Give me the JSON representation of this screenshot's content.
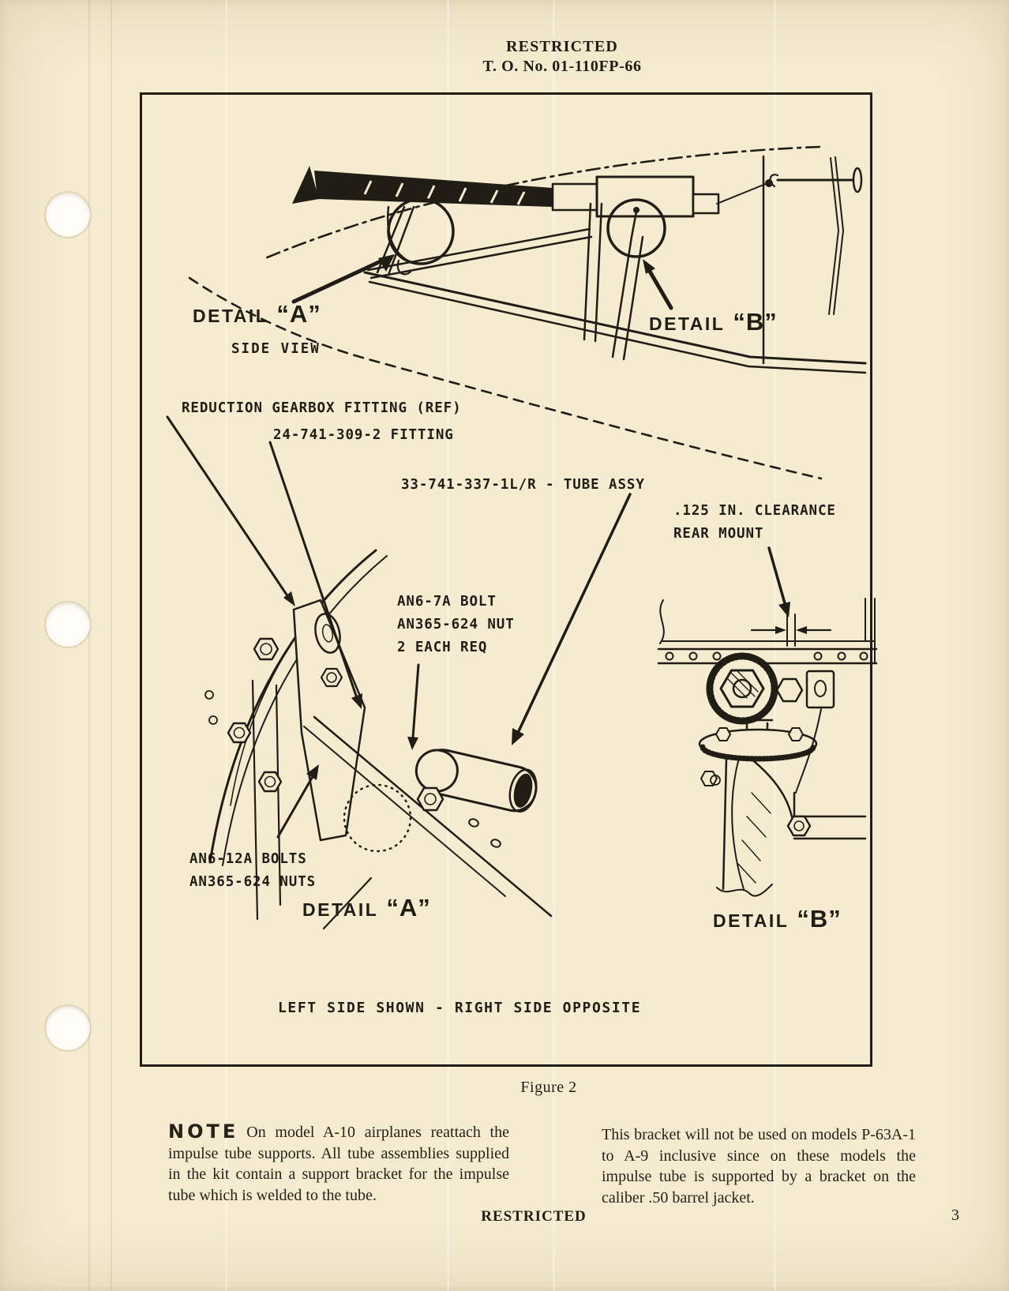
{
  "header": {
    "classification": "RESTRICTED",
    "to_number": "T. O. No. 01-110FP-66"
  },
  "figure": {
    "caption": "Figure 2",
    "detail_a_top": {
      "prefix": "DETAIL",
      "letter": "“A”"
    },
    "detail_b_top": {
      "prefix": "DETAIL",
      "letter": "“B”"
    },
    "detail_a_bottom": {
      "prefix": "DETAIL",
      "letter": "“A”"
    },
    "detail_b_bottom": {
      "prefix": "DETAIL",
      "letter": "“B”"
    },
    "side_view": "SIDE VIEW",
    "callouts": {
      "reduction_gearbox": "REDUCTION GEARBOX FITTING (REF)",
      "gearbox_fitting": "24-741-309-2 FITTING",
      "tube_assy": "33-741-337-1L/R - TUBE ASSY",
      "clearance": [
        ".125 IN. CLEARANCE",
        "REAR MOUNT"
      ],
      "front_bolt": [
        "AN6-7A BOLT",
        "AN365-624 NUT",
        "2 EACH REQ"
      ],
      "lower_bolts": [
        "AN6-12A BOLTS",
        "AN365-624 NUTS"
      ]
    },
    "side_note": "LEFT SIDE SHOWN - RIGHT SIDE OPPOSITE"
  },
  "note": {
    "label": "NOTE",
    "text": "On model A-10 airplanes reattach the impulse tube supports. All tube assemblies supplied in the kit contain a support bracket for the impulse tube which is welded to the tube."
  },
  "body_right": "This bracket will not be used on models P-63A-1 to A-9 inclusive since on these models the impulse tube is supported by a bracket on the caliber .50 barrel jacket.",
  "footer": {
    "classification": "RESTRICTED",
    "page_number": "3"
  },
  "colors": {
    "paper": "#f4ebd0",
    "ink": "#211d15"
  }
}
